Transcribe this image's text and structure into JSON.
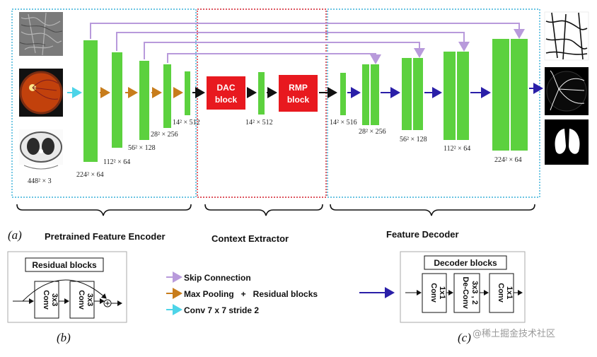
{
  "shapes": [
    {
      "name": "input-photo-retinal-vessel-texture",
      "fill": "#7a7a7a"
    },
    {
      "name": "input-photo-fundus",
      "fill": "#c2410c"
    },
    {
      "name": "input-photo-chest-ct",
      "fill": "#e8e8e8"
    },
    {
      "name": "output-vessel-segmentation-map",
      "fill": "#ffffff"
    },
    {
      "name": "output-retinal-vessel-map",
      "fill": "#000000"
    },
    {
      "name": "output-lung-mask",
      "fill": "#000000"
    },
    {
      "name": "encoder-feature-map-1",
      "fill": "#5cd13e"
    },
    {
      "name": "encoder-feature-map-2",
      "fill": "#5cd13e"
    },
    {
      "name": "encoder-feature-map-3",
      "fill": "#5cd13e"
    },
    {
      "name": "encoder-feature-map-4",
      "fill": "#5cd13e"
    },
    {
      "name": "encoder-feature-map-5",
      "fill": "#5cd13e"
    },
    {
      "name": "context-feature-map",
      "fill": "#5cd13e"
    },
    {
      "name": "decoder-feature-map-1",
      "fill": "#5cd13e"
    },
    {
      "name": "decoder-feature-map-2a",
      "fill": "#5cd13e"
    },
    {
      "name": "decoder-feature-map-2b",
      "fill": "#5cd13e"
    },
    {
      "name": "decoder-feature-map-3a",
      "fill": "#5cd13e"
    },
    {
      "name": "decoder-feature-map-3b",
      "fill": "#5cd13e"
    },
    {
      "name": "decoder-feature-map-4a",
      "fill": "#5cd13e"
    },
    {
      "name": "decoder-feature-map-4b",
      "fill": "#5cd13e"
    },
    {
      "name": "decoder-feature-map-5a",
      "fill": "#5cd13e"
    },
    {
      "name": "decoder-feature-map-5b",
      "fill": "#5cd13e"
    },
    {
      "name": "dac-block",
      "fill": "#e8191f",
      "text": "DAC\nblock"
    },
    {
      "name": "rmp-block",
      "fill": "#e8191f",
      "text": "RMP\nblock"
    },
    {
      "name": "residual-blocks-panel",
      "fill": "#ffffff"
    },
    {
      "name": "residual-blocks-title-box",
      "fill": "#ffffff",
      "text": "Residual blocks"
    },
    {
      "name": "residual-conv-box-1",
      "fill": "#ffffff",
      "text": "Conv\n3x3"
    },
    {
      "name": "residual-conv-box-2",
      "fill": "#ffffff",
      "text": "Conv\n3x3"
    },
    {
      "name": "decoder-blocks-panel",
      "fill": "#ffffff"
    },
    {
      "name": "decoder-blocks-title-box",
      "fill": "#ffffff",
      "text": "Decoder blocks"
    },
    {
      "name": "decoder-conv-box-1",
      "fill": "#ffffff",
      "text": "Conv\n1x1"
    },
    {
      "name": "decoder-deconv-box",
      "fill": "#ffffff",
      "text": "De-Conv\n3x3 , 2"
    },
    {
      "name": "decoder-conv-box-2",
      "fill": "#ffffff",
      "text": "Conv\n1x1"
    }
  ],
  "labels": [
    {
      "name": "label-input-size",
      "text": "448² × 3"
    },
    {
      "name": "label-encoder-1-size",
      "text": "224² × 64"
    },
    {
      "name": "label-encoder-2-size",
      "text": "112² × 64"
    },
    {
      "name": "label-encoder-3-size",
      "text": "56² × 128"
    },
    {
      "name": "label-encoder-4-size",
      "text": "28² × 256"
    },
    {
      "name": "label-encoder-5-size",
      "text": "14² × 512"
    },
    {
      "name": "label-context-size",
      "text": "14² × 512"
    },
    {
      "name": "label-decoder-1-size",
      "text": "14² × 516"
    },
    {
      "name": "label-decoder-2-size",
      "text": "28² × 256"
    },
    {
      "name": "label-decoder-3-size",
      "text": "56² × 128"
    },
    {
      "name": "label-decoder-4-size",
      "text": "112² × 64"
    },
    {
      "name": "label-decoder-5-size",
      "text": "224² × 64"
    },
    {
      "name": "panel-label-a",
      "text": "(a)"
    },
    {
      "name": "section-title-encoder",
      "text": "Pretrained Feature Encoder"
    },
    {
      "name": "section-title-context",
      "text": "Context Extractor"
    },
    {
      "name": "section-title-decoder",
      "text": "Feature Decoder"
    },
    {
      "name": "panel-label-b",
      "text": "(b)"
    },
    {
      "name": "panel-label-c",
      "text": "(c)"
    }
  ],
  "legend": [
    {
      "name": "legend-skip-connection",
      "text": "Skip Connection",
      "color": "#b89adb"
    },
    {
      "name": "legend-max-pooling",
      "text": "Max Pooling   +   Residual blocks",
      "color": "#c87d1c"
    },
    {
      "name": "legend-conv-7x7",
      "text": "Conv 7 x 7 stride 2",
      "color": "#4dd4e8"
    }
  ],
  "decoder_arrow_color": "#2a1fa8",
  "watermark": "@稀土掘金技术社区"
}
